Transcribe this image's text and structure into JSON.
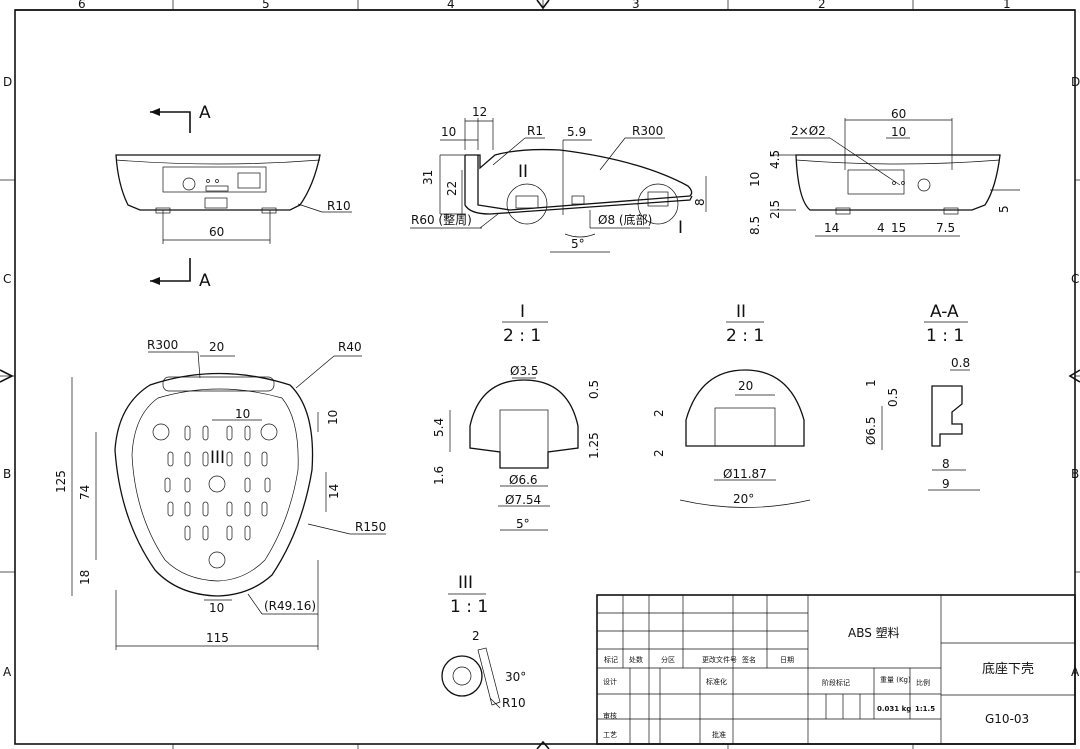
{
  "frame": {
    "col_labels": [
      "6",
      "5",
      "4",
      "3",
      "2",
      "1"
    ],
    "row_labels": [
      "D",
      "C",
      "B",
      "A"
    ]
  },
  "section_marks": {
    "top": "A",
    "bottom": "A"
  },
  "views": {
    "front": {
      "dims": [
        "60",
        "R10"
      ]
    },
    "side": {
      "dims": [
        "12",
        "10",
        "R1",
        "5.9",
        "R300",
        "31",
        "22",
        "II",
        "R60 (整周)",
        "Ø8 (底部)",
        "5°",
        "8",
        "I"
      ]
    },
    "right": {
      "dims": [
        "60",
        "10",
        "2×Ø2",
        "4.5",
        "10",
        "2.5",
        "8.5",
        "14",
        "4",
        "15",
        "7.5",
        "5"
      ]
    },
    "plan": {
      "dims": [
        "R300",
        "20",
        "R40",
        "10",
        "10",
        "125",
        "74",
        "III",
        "14",
        "R150",
        "18",
        "10",
        "(R49.16)",
        "115"
      ]
    }
  },
  "details": {
    "I": {
      "title": "I",
      "scale": "2 : 1",
      "dims": [
        "Ø3.5",
        "0.5",
        "5.4",
        "1.25",
        "1.6",
        "Ø6.6",
        "Ø7.54",
        "5°"
      ]
    },
    "II": {
      "title": "II",
      "scale": "2 : 1",
      "dims": [
        "20",
        "2",
        "2",
        "Ø11.87",
        "20°"
      ]
    },
    "AA": {
      "title": "A-A",
      "scale": "1 : 1",
      "dims": [
        "0.8",
        "1",
        "0.5",
        "Ø6.5",
        "8",
        "9"
      ]
    },
    "III": {
      "title": "III",
      "scale": "1 : 1",
      "dims": [
        "2",
        "30°",
        "R10"
      ]
    }
  },
  "title_block": {
    "material": "ABS 塑料",
    "part_name": "底座下壳",
    "drawing_no": "G10-03",
    "headers": [
      "标记",
      "处数",
      "分区",
      "更改文件号",
      "签名",
      "日期"
    ],
    "rows": [
      "设计",
      "标准化",
      "审核",
      "工艺",
      "批准"
    ],
    "stage": "阶段标记",
    "weight_label": "重量\n(Kg)",
    "scale_label": "比例",
    "weight": "0.031 kg",
    "scale": "1:1.5"
  }
}
